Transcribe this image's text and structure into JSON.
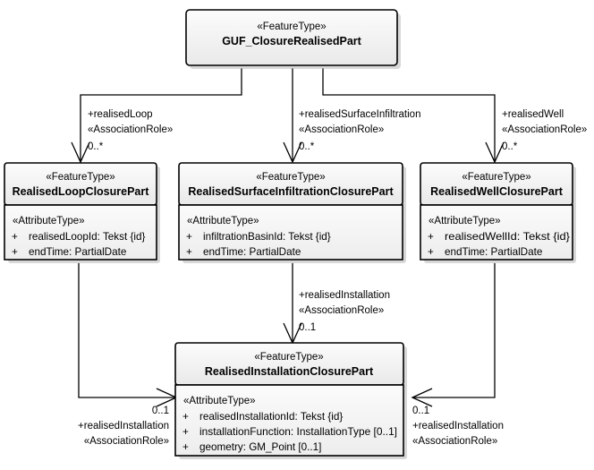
{
  "diagram": {
    "title": "UML class diagram: GUF_ClosureRealisedPart",
    "type": "uml-class-diagram",
    "colors": {
      "line": "#000000",
      "box_fill_top": "#f7f7f7",
      "box_fill_bottom": "#e8e8e8",
      "text": "#000000",
      "background": "#ffffff"
    }
  },
  "classes": [
    {
      "id": "guf-closure-realised-part",
      "stereotype": "«FeatureType»",
      "name": "GUF_ClosureRealisedPart",
      "compartment_stereotype": "",
      "attributes": []
    },
    {
      "id": "realised-loop-closure-part",
      "stereotype": "«FeatureType»",
      "name": "RealisedLoopClosurePart",
      "compartment_stereotype": "«AttributeType»",
      "attributes": [
        {
          "visibility": "+",
          "text": "realisedLoopId: Tekst {id}"
        },
        {
          "visibility": "+",
          "text": "endTime: PartialDate"
        }
      ]
    },
    {
      "id": "realised-surface-infiltration-closure-part",
      "stereotype": "«FeatureType»",
      "name": "RealisedSurfaceInfiltrationClosurePart",
      "compartment_stereotype": "«AttributeType»",
      "attributes": [
        {
          "visibility": "+",
          "text": "infiltrationBasinId: Tekst {id}"
        },
        {
          "visibility": "+",
          "text": "endTime: PartialDate"
        }
      ]
    },
    {
      "id": "realised-well-closure-part",
      "stereotype": "«FeatureType»",
      "name": "RealisedWellClosurePart",
      "compartment_stereotype": "«AttributeType»",
      "attributes": [
        {
          "visibility": "+",
          "text": "realisedWellId: Tekst {id}"
        },
        {
          "visibility": "+",
          "text": "endTime: PartialDate"
        }
      ]
    },
    {
      "id": "realised-installation-closure-part",
      "stereotype": "«FeatureType»",
      "name": "RealisedInstallationClosurePart",
      "compartment_stereotype": "«AttributeType»",
      "attributes": [
        {
          "visibility": "+",
          "text": "realisedInstallationId: Tekst {id}"
        },
        {
          "visibility": "+",
          "text": "installationFunction: InstallationType [0..1]"
        },
        {
          "visibility": "+",
          "text": "geometry: GM_Point [0..1]"
        }
      ]
    }
  ],
  "associations": [
    {
      "id": "assoc-realised-loop",
      "role": "+realisedLoop",
      "stereotype": "«AssociationRole»",
      "multiplicity": "0..*",
      "from": "guf-closure-realised-part",
      "to": "realised-loop-closure-part"
    },
    {
      "id": "assoc-realised-surface-infiltration",
      "role": "+realisedSurfaceInfiltration",
      "stereotype": "«AssociationRole»",
      "multiplicity": "0..*",
      "from": "guf-closure-realised-part",
      "to": "realised-surface-infiltration-closure-part"
    },
    {
      "id": "assoc-realised-well",
      "role": "+realisedWell",
      "stereotype": "«AssociationRole»",
      "multiplicity": "0..*",
      "from": "guf-closure-realised-part",
      "to": "realised-well-closure-part"
    },
    {
      "id": "assoc-realised-installation-middle",
      "role": "+realisedInstallation",
      "stereotype": "«AssociationRole»",
      "multiplicity": "0..1",
      "from": "realised-surface-infiltration-closure-part",
      "to": "realised-installation-closure-part"
    },
    {
      "id": "assoc-realised-installation-left",
      "role": "+realisedInstallation",
      "stereotype": "«AssociationRole»",
      "multiplicity": "0..1",
      "from": "realised-loop-closure-part",
      "to": "realised-installation-closure-part"
    },
    {
      "id": "assoc-realised-installation-right",
      "role": "+realisedInstallation",
      "stereotype": "«AssociationRole»",
      "multiplicity": "0..1",
      "from": "realised-well-closure-part",
      "to": "realised-installation-closure-part"
    }
  ]
}
